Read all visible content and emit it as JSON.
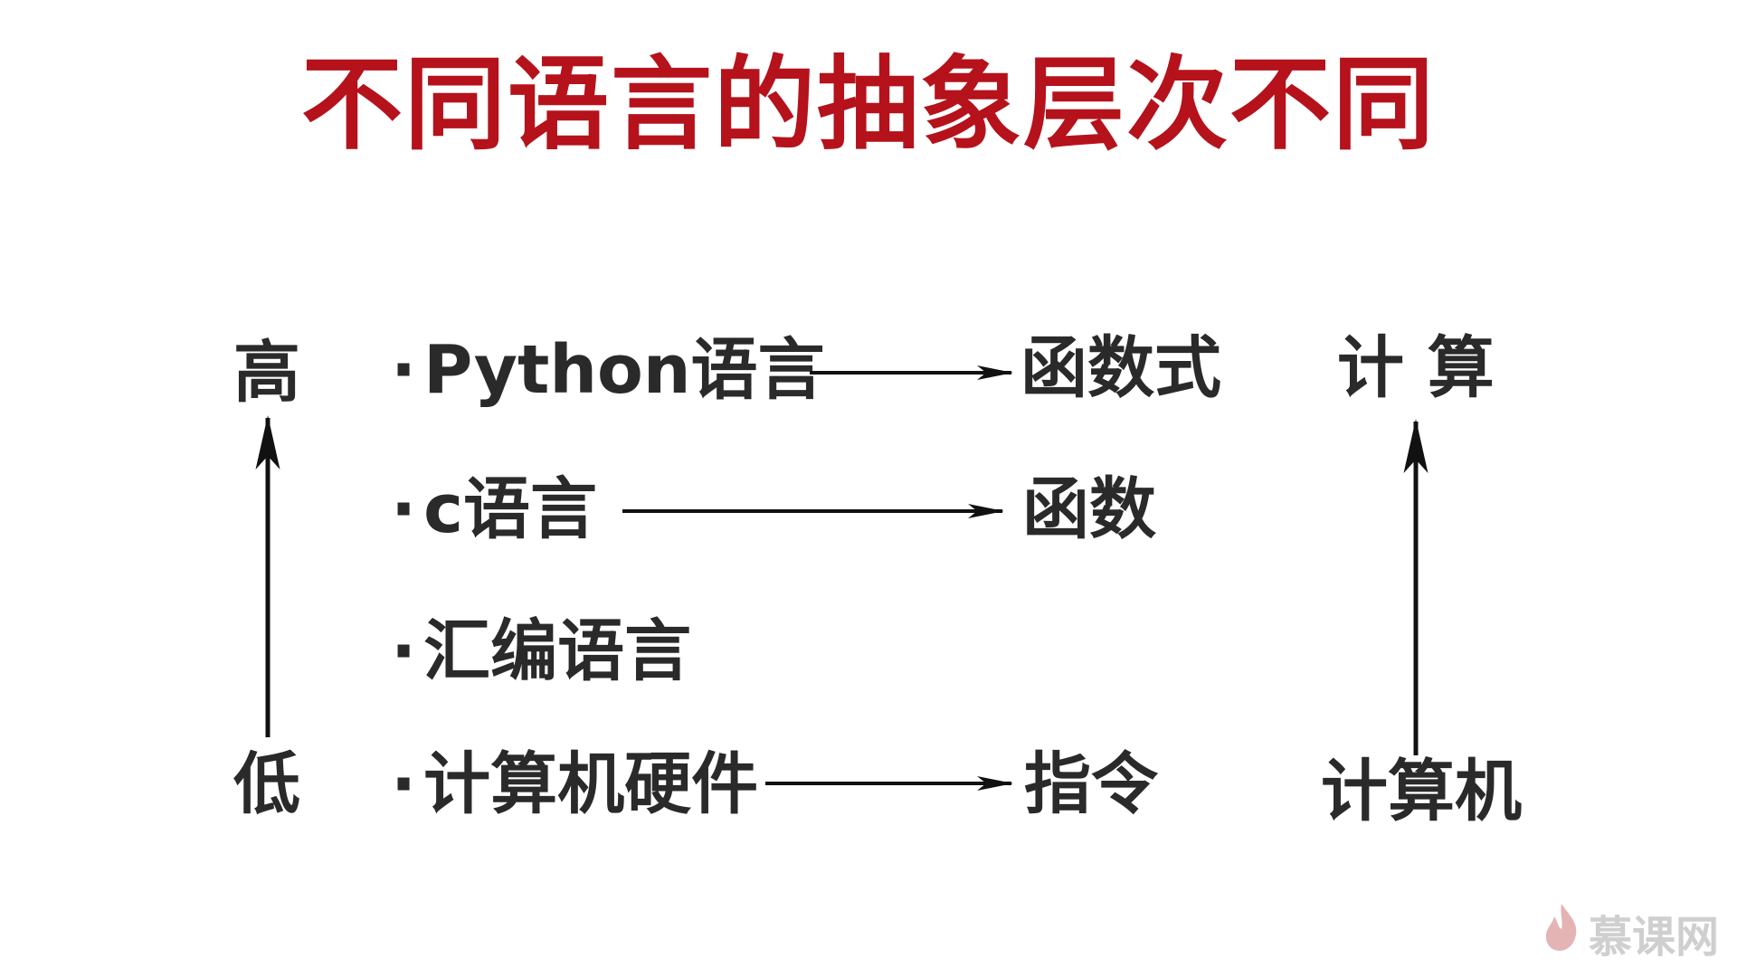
{
  "title": "不同语言的抽象层次不同",
  "left_axis": {
    "top": "高",
    "bottom": "低"
  },
  "right_axis": {
    "top": "计 算",
    "bottom": "计算机"
  },
  "rows": [
    {
      "language": "Python语言",
      "abstraction": "函数式"
    },
    {
      "language": "c语言",
      "abstraction": "函数"
    },
    {
      "language": "汇编语言",
      "abstraction": ""
    },
    {
      "language": "计算机硬件",
      "abstraction": "指令"
    }
  ],
  "bullet": "·",
  "watermark": {
    "text": "慕课网",
    "icon": "flame-logo-icon"
  },
  "colors": {
    "title": "#b5121b",
    "text": "#2a2a2a",
    "watermark": "#cfcfcf"
  }
}
